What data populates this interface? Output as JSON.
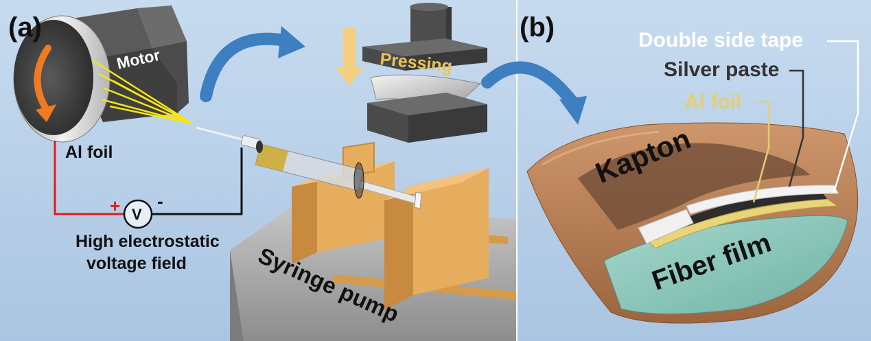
{
  "panel_labels": {
    "a": "(a)",
    "b": "(b)"
  },
  "electrospinning": {
    "motor_label": "Motor",
    "collector_label": "Al foil",
    "voltmeter_symbol": "V",
    "plus_sign": "+",
    "minus_sign": "-",
    "voltage_caption_line1": "High electrostatic",
    "voltage_caption_line2": "voltage field",
    "pump_label": "Syringe pump"
  },
  "press": {
    "label": "Pressing"
  },
  "device": {
    "layer_labels": [
      "Double side tape",
      "Silver paste",
      "Al foil"
    ],
    "kapton_label": "Kapton",
    "fiber_label": "Fiber film"
  },
  "colors": {
    "background": "#b9d1e9",
    "wire_positive": "#e31b1b",
    "wire_negative": "#111111",
    "flow_arrow": "#3d7fc0",
    "press_arrow": "#f5cf80",
    "pump_body": "#e6ad5e",
    "kapton": "#b8713e",
    "fiber_film": "#8fc9bc",
    "al_foil_label": "#e2cf72",
    "pressing_label": "#e9c35a"
  }
}
